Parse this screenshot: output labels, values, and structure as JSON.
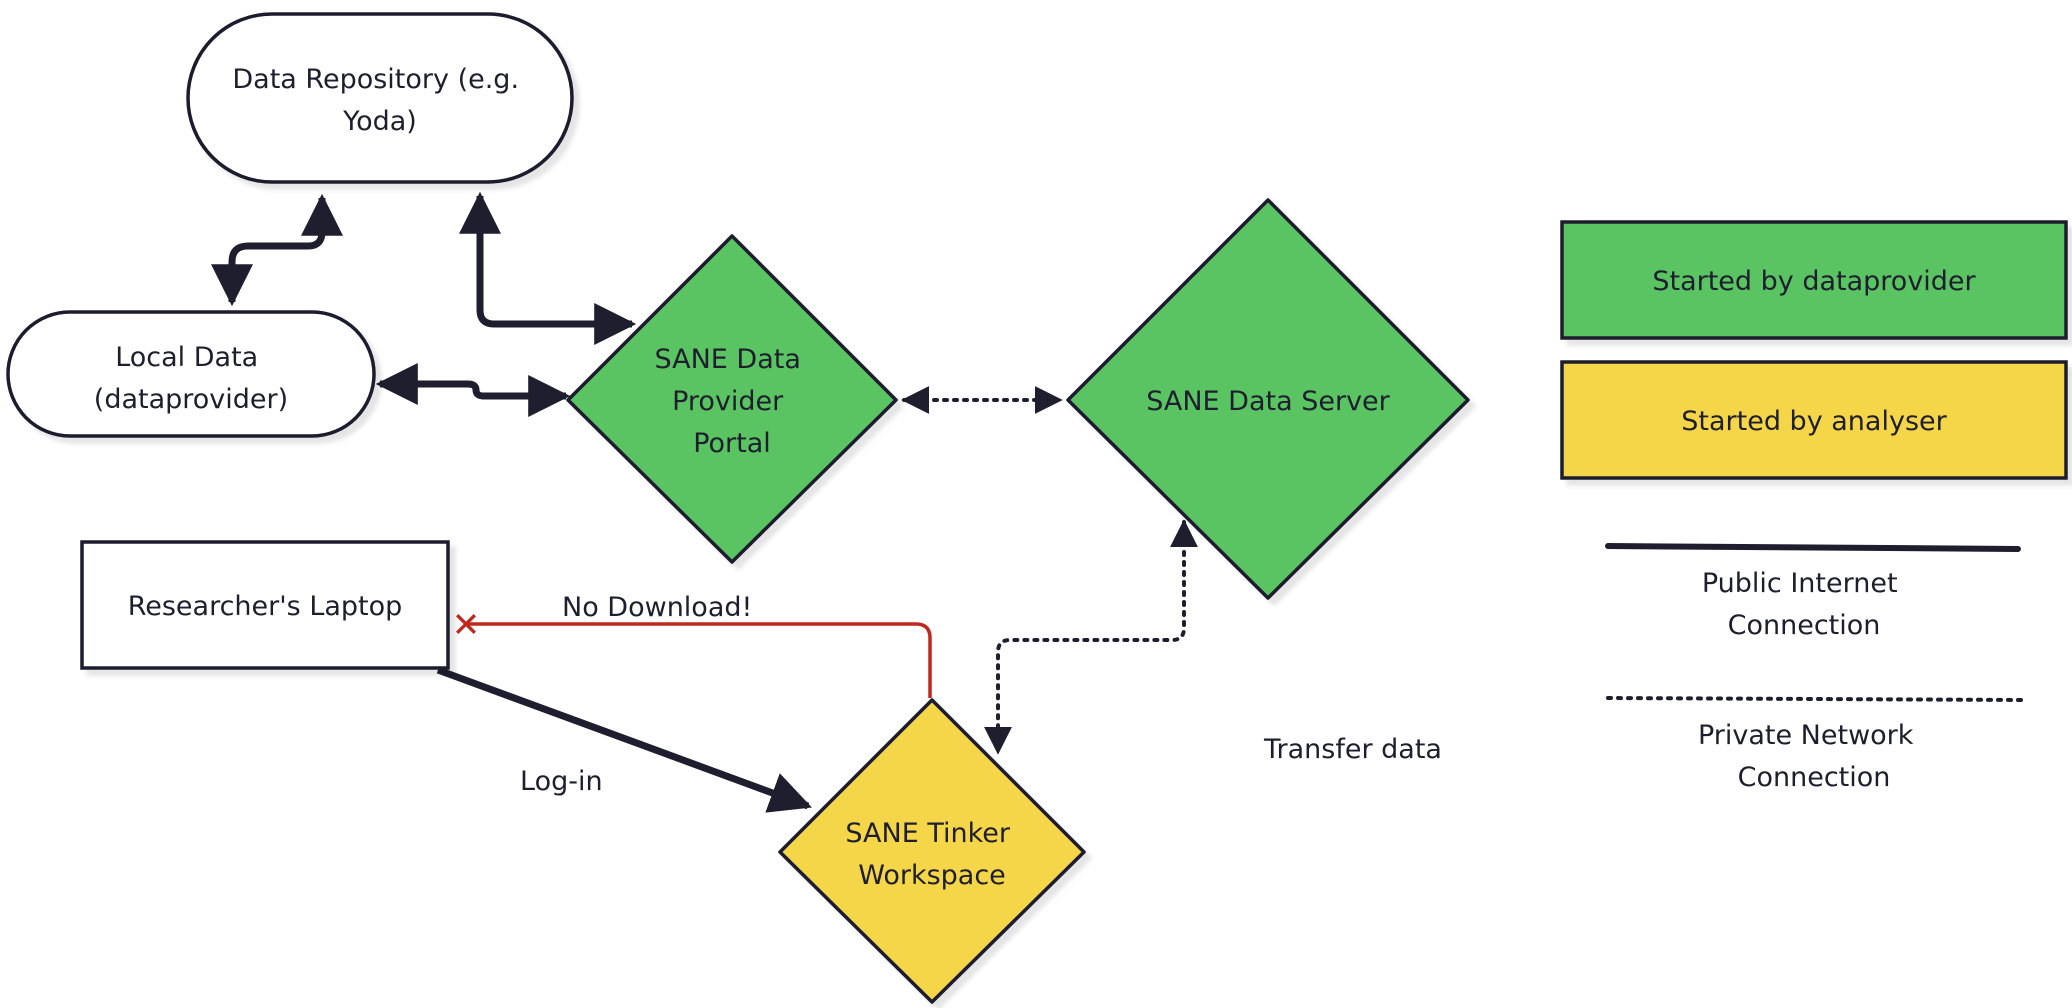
{
  "nodes": {
    "data_repository": {
      "lines": [
        "Data Repository (e.g.",
        "Yoda)"
      ]
    },
    "local_data": {
      "lines": [
        "Local Data",
        "(dataprovider)"
      ]
    },
    "data_provider_portal": {
      "lines": [
        "SANE Data",
        "Provider",
        "Portal"
      ]
    },
    "data_server": {
      "lines": [
        "SANE Data Server"
      ]
    },
    "researchers_laptop": {
      "lines": [
        "Researcher's Laptop"
      ]
    },
    "tinker_workspace": {
      "lines": [
        "SANE Tinker",
        "Workspace"
      ]
    }
  },
  "labels": {
    "no_download": "No Download!",
    "login": "Log-in",
    "transfer_data": "Transfer data"
  },
  "legend": {
    "dataprovider": "Started by dataprovider",
    "analyser": "Started by analyser",
    "public_lines": [
      "Public Internet",
      "Connection"
    ],
    "private_lines": [
      "Private Network",
      "Connection"
    ]
  },
  "colors": {
    "dataprovider_green": "#5ac462",
    "analyser_yellow": "#f6d64a",
    "stroke": "#1e1e2e",
    "no_download_red": "#c0281e"
  }
}
